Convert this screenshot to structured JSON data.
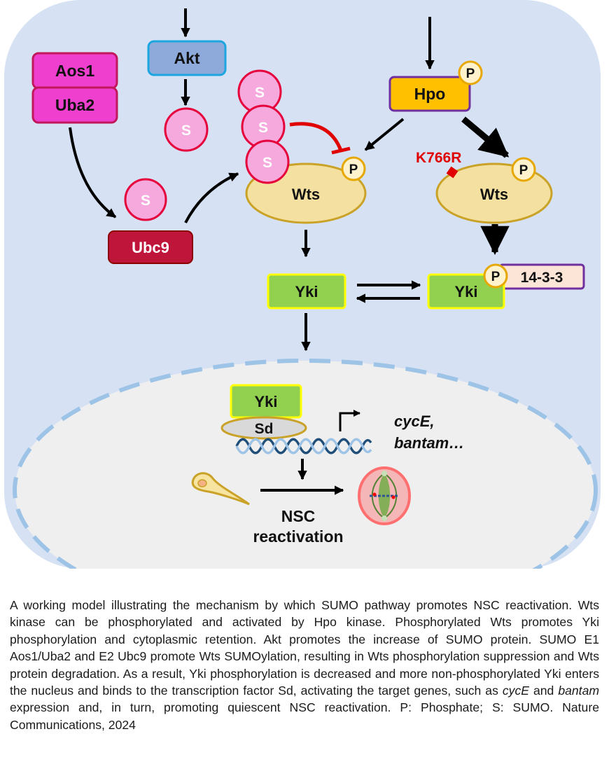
{
  "diagram": {
    "nodes": {
      "aos1": "Aos1",
      "uba2": "Uba2",
      "akt": "Akt",
      "ubc9": "Ubc9",
      "hpo": "Hpo",
      "wts_left": "Wts",
      "wts_right": "Wts",
      "yki_left": "Yki",
      "yki_right": "Yki",
      "yki_nucleus": "Yki",
      "sd": "Sd",
      "protein_14_3_3": "14-3-3"
    },
    "labels": {
      "sumo": "S",
      "phosphate": "P",
      "mutation": "K766R",
      "gene_line1": "cycE,",
      "gene_line2": "bantam…",
      "outcome_line1": "NSC",
      "outcome_line2": "reactivation"
    },
    "colors": {
      "cell_background": "#d6e1f3",
      "nucleus": "#efefef",
      "aos_uba_fill": "#ee3fcf",
      "akt_fill": "#8eaadb",
      "sumo_fill": "#f6a9dc",
      "ubc9_fill": "#c0153a",
      "hpo_fill": "#ffc000",
      "wts_fill": "#f4e1a1",
      "yki_fill": "#92d050",
      "inhibition": "#e00000"
    }
  },
  "caption": {
    "p1": "A working model illustrating the mechanism by which SUMO pathway promotes NSC reactivation. Wts kinase can be phosphorylated and activated by Hpo kinase. Phosphorylated Wts promotes Yki phosphorylation and cytoplasmic retention. Akt promotes the increase of SUMO protein. SUMO E1 Aos1/Uba2 and E2 Ubc9 promote Wts SUMOylation, resulting in Wts phosphorylation suppression and Wts protein degradation. As a result, Yki phosphorylation is decreased and more non-phosphorylated Yki enters the nucleus and binds to the transcription factor Sd, activating the target genes, such as",
    "gene1": "cycE",
    "p2": "and",
    "gene2": "bantam",
    "p3": "expression and, in turn, promoting quiescent NSC reactivation. P: Phosphate; S: SUMO. Nature Communications, 2024"
  }
}
